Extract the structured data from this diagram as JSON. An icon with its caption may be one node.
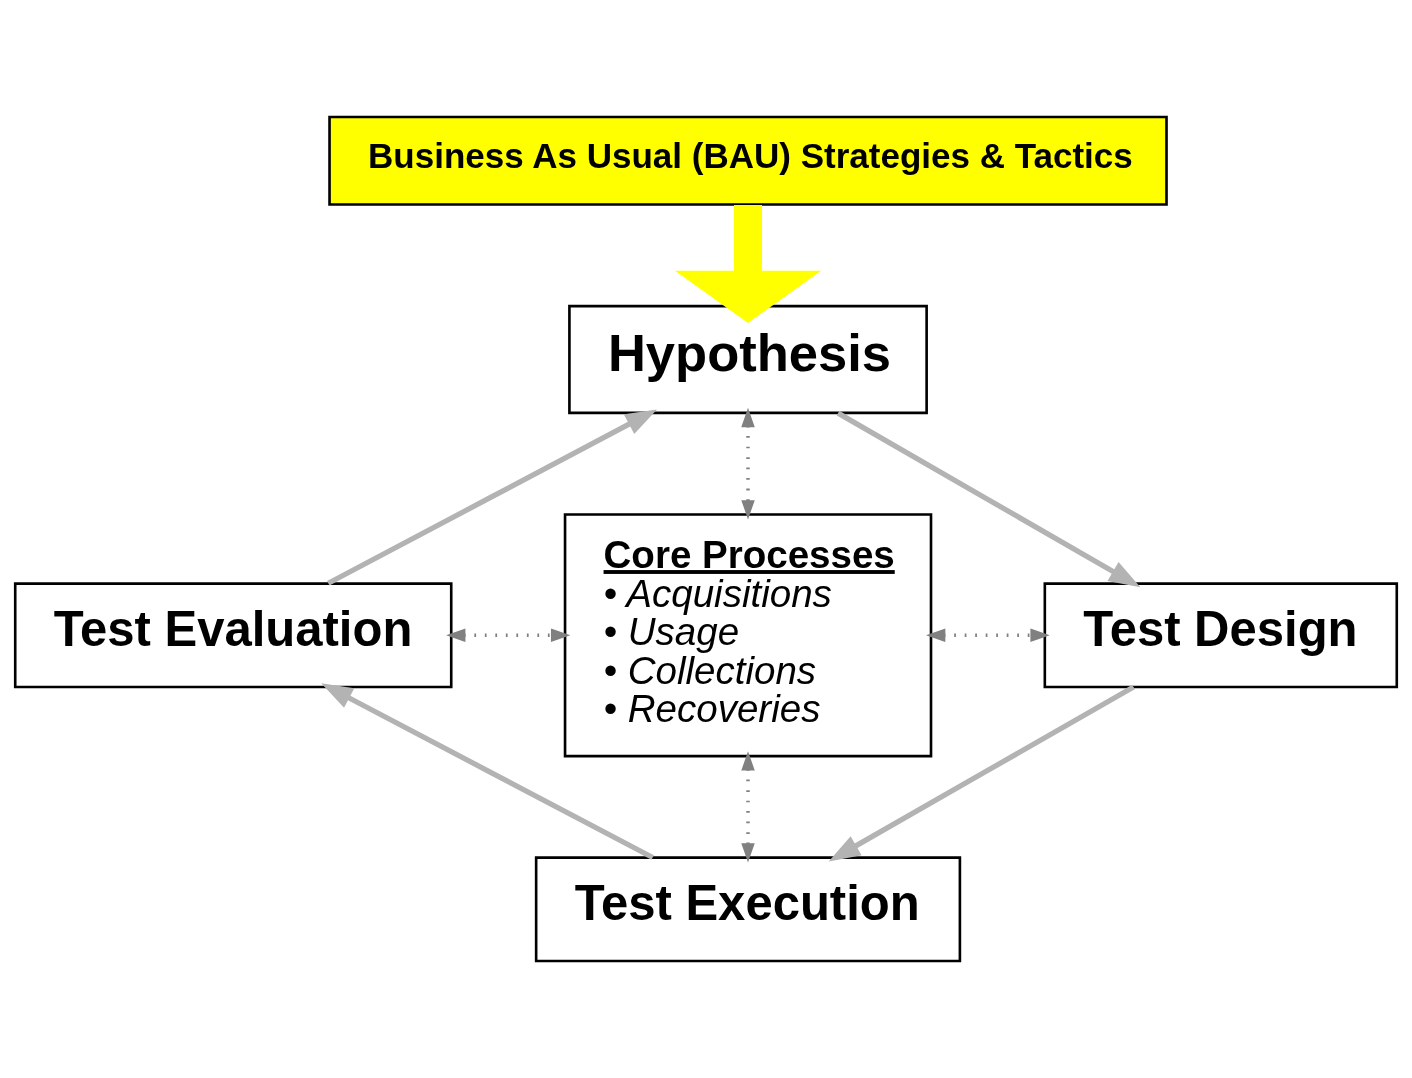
{
  "diagram": {
    "nodes": [
      {
        "text": [
          "Business As Usual (BAU) Strategies & Tactics"
        ]
      },
      {
        "text": [
          "Hypothesis"
        ]
      },
      {
        "text": [
          "Test Evaluation"
        ]
      },
      {
        "text": [
          "Core Processes",
          "• Acquisitions",
          "• Usage",
          "• Collections",
          "• Recoveries"
        ]
      },
      {
        "text": [
          "Test Design"
        ]
      },
      {
        "text": [
          "Test Execution"
        ]
      }
    ],
    "edges": [
      {
        "from": 0,
        "to": 1,
        "arrow": "to",
        "style": "thick",
        "color": "#ffff00"
      },
      {
        "from": 2,
        "to": 1,
        "arrow": "to"
      },
      {
        "from": 1,
        "to": 4,
        "arrow": "to"
      },
      {
        "from": 4,
        "to": 5,
        "arrow": "to"
      },
      {
        "from": 5,
        "to": 2,
        "arrow": "to"
      },
      {
        "from": 1,
        "to": 3,
        "arrow": "both",
        "style": "dashed",
        "color": "#808080"
      },
      {
        "from": 3,
        "to": 2,
        "arrow": "both",
        "style": "dashed",
        "color": "#808080"
      },
      {
        "from": 3,
        "to": 4,
        "arrow": "both",
        "style": "dashed",
        "color": "#808080"
      },
      {
        "from": 3,
        "to": 5,
        "arrow": "both",
        "style": "dashed",
        "color": "#808080"
      }
    ]
  }
}
